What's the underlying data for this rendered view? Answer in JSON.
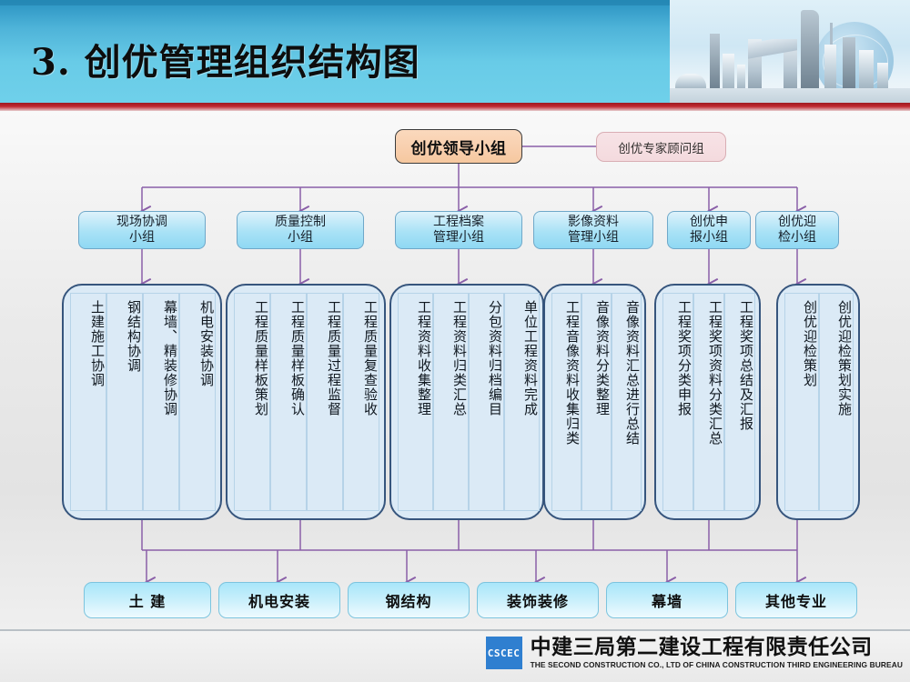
{
  "header": {
    "title": "3. 创优管理组织结构图",
    "city_image_alt": "cityscape-skyline"
  },
  "footer": {
    "logo_text": "CSCEC",
    "company_cn": "中建三局第二建设工程有限责任公司",
    "company_en": "THE SECOND CONSTRUCTION CO., LTD OF CHINA CONSTRUCTION THIRD ENGINEERING BUREAU"
  },
  "colors": {
    "banner_top": "#2a93c2",
    "banner_bottom": "#6fd0ea",
    "header_rule": "#c0282f",
    "top_node_fill": "#f8cfae",
    "advisor_fill": "#f4dade",
    "level2_fill": "#8fd8f3",
    "group_border": "#36557d",
    "group_fill": "#dbeaf6",
    "connector": "#8a5fa8",
    "discipline_fill": "#a8e6fa"
  },
  "chart_data": {
    "type": "diagram",
    "title": "3. 创优管理组织结构图",
    "root": "创优领导小组",
    "advisor": "创优专家顾问组"
  },
  "top_node": {
    "label": "创优领导小组"
  },
  "advisor_node": {
    "label": "创优专家顾问组"
  },
  "level2": [
    {
      "line1": "现场协调",
      "line2": "小组"
    },
    {
      "line1": "质量控制",
      "line2": "小组"
    },
    {
      "line1": "工程档案",
      "line2": "管理小组"
    },
    {
      "line1": "影像资料",
      "line2": "管理小组"
    },
    {
      "line1": "创优申",
      "line2": "报小组"
    },
    {
      "line1": "创优迎",
      "line2": "检小组"
    }
  ],
  "groups": [
    {
      "items": [
        "土建施工协调",
        "钢结构协调",
        "幕墙、精装修协调",
        "机电安装协调"
      ]
    },
    {
      "items": [
        "工程质量样板策划",
        "工程质量样板确认",
        "工程质量过程监督",
        "工程质量复查验收"
      ]
    },
    {
      "items": [
        "工程资料收集整理",
        "工程资料归类汇总",
        "分包资料归档编目",
        "单位工程资料完成"
      ]
    },
    {
      "items": [
        "工程音像资料收集归类",
        "音像资料分类整理",
        "音像资料汇总进行总结"
      ]
    },
    {
      "items": [
        "工程奖项分类申报",
        "工程奖项资料分类汇总",
        "工程奖项总结及汇报"
      ]
    },
    {
      "items": [
        "创优迎检策划",
        "创优迎检策划实施"
      ]
    }
  ],
  "disciplines": [
    {
      "label": "土  建"
    },
    {
      "label": "机电安装"
    },
    {
      "label": "钢结构"
    },
    {
      "label": "装饰装修"
    },
    {
      "label": "幕墙"
    },
    {
      "label": "其他专业"
    }
  ]
}
